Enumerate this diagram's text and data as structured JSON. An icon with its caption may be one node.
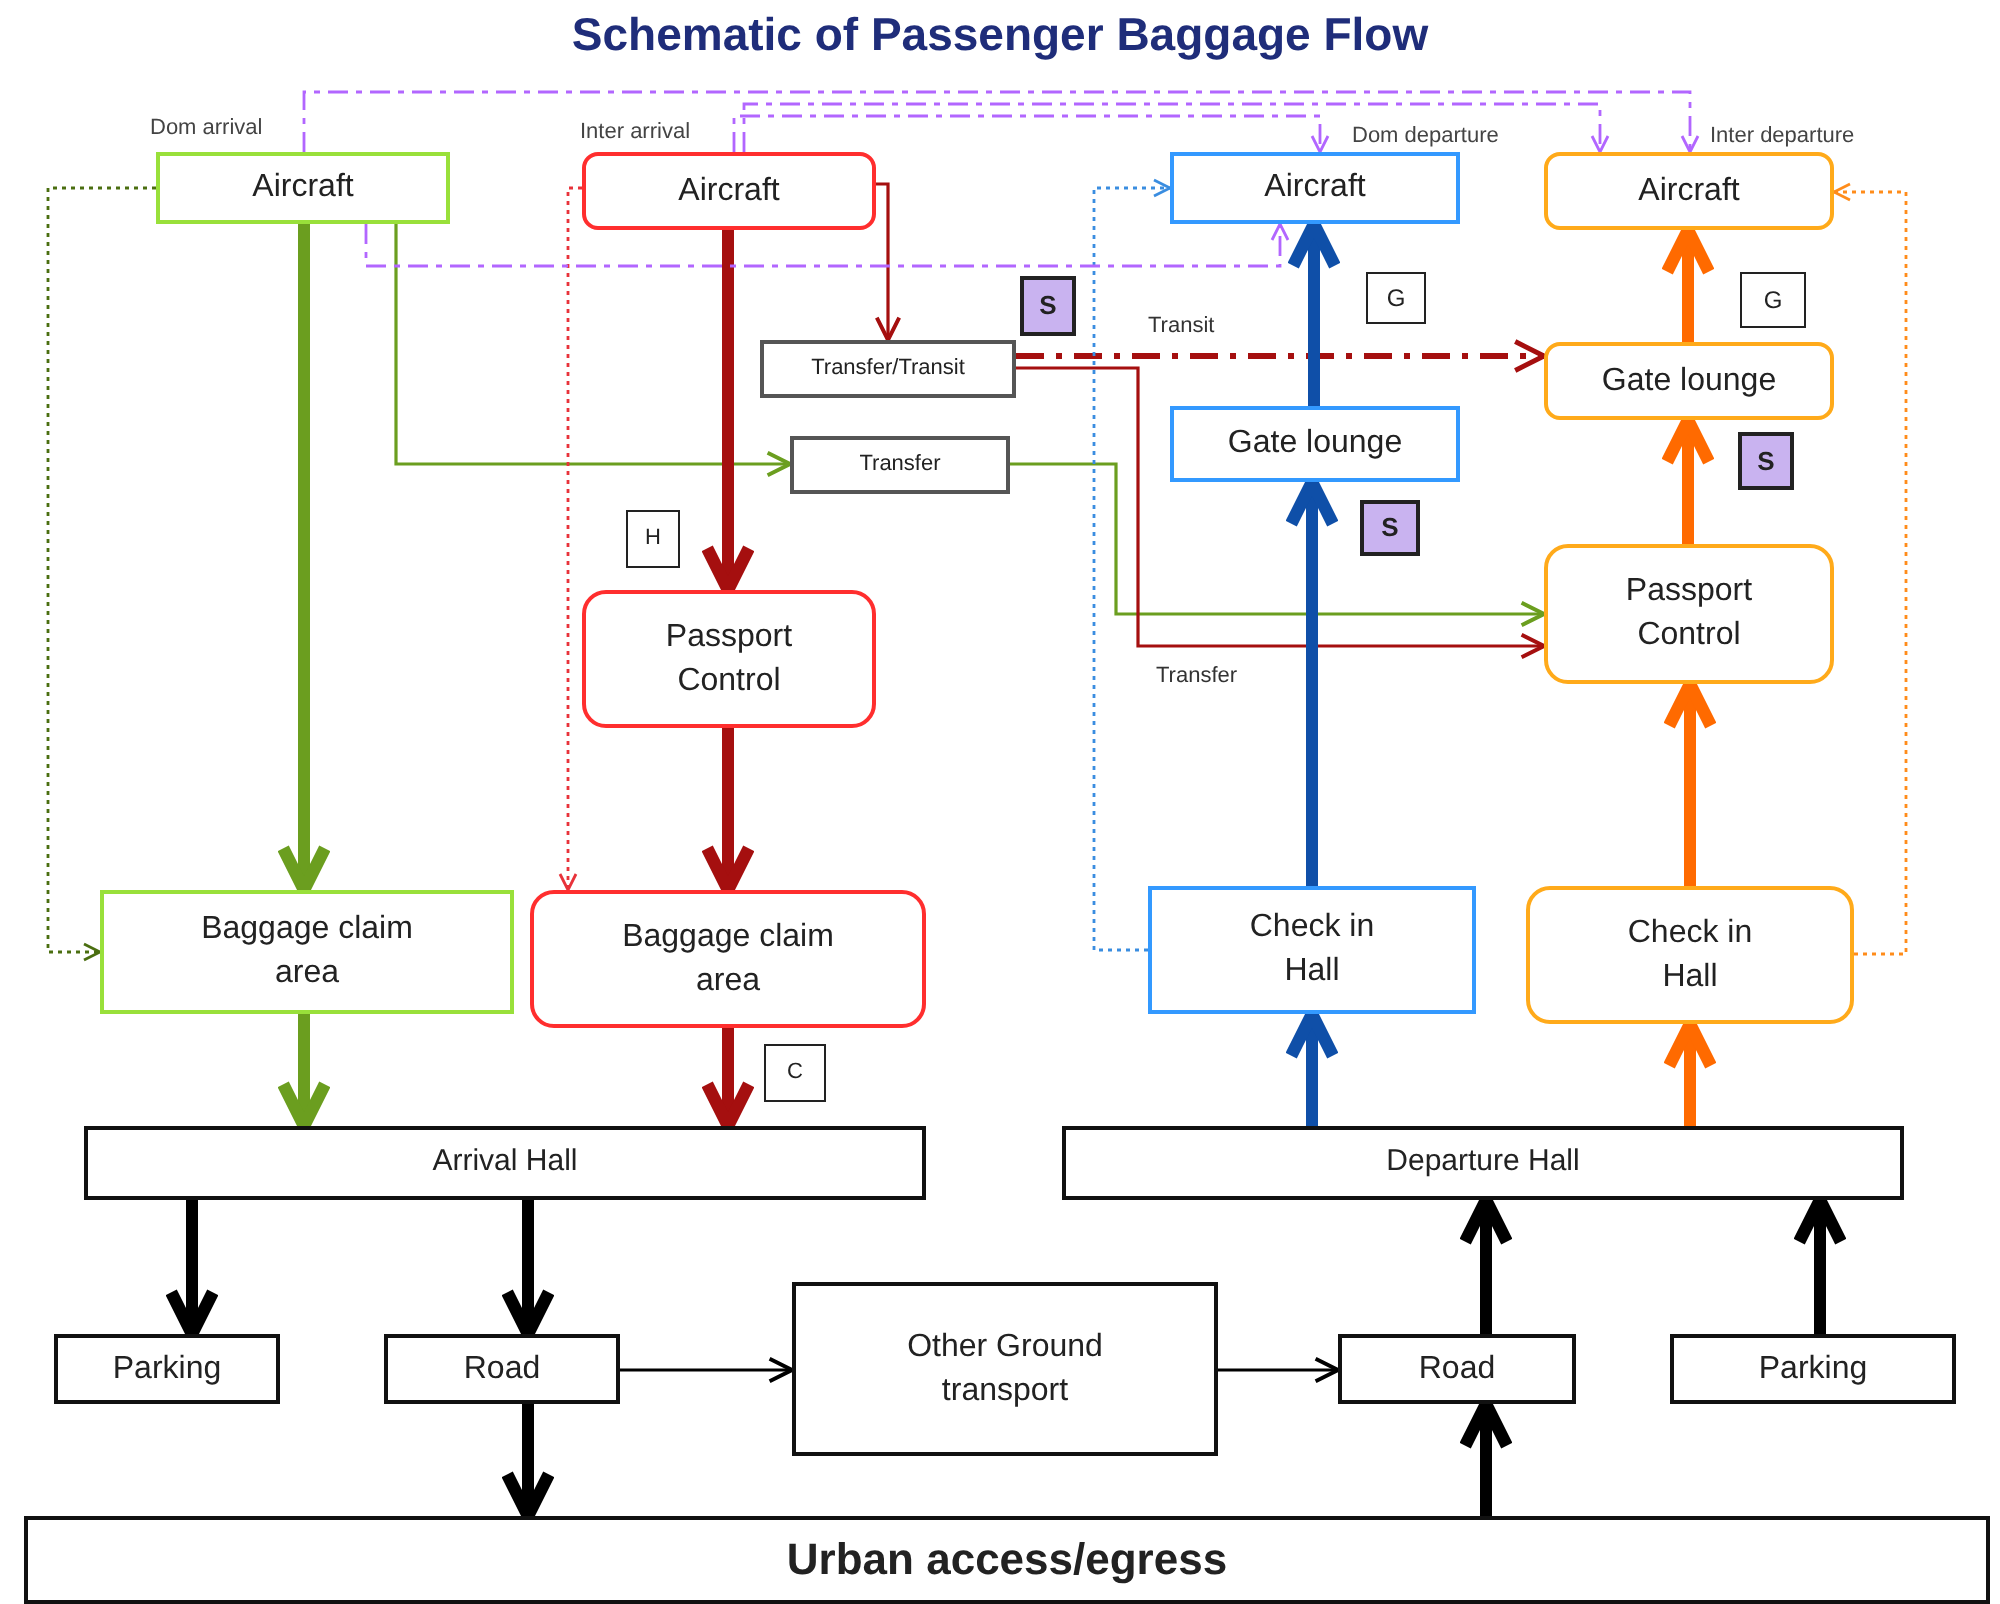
{
  "diagram": {
    "title": "Schematic of Passenger Baggage Flow",
    "nodes": [
      {
        "text": [
          "Aircraft"
        ],
        "beside": [
          "Dom arrival"
        ]
      },
      {
        "text": [
          "Aircraft"
        ],
        "beside": [
          "Inter arrival"
        ]
      },
      {
        "text": [
          "Aircraft"
        ],
        "beside": [
          "Dom departure"
        ]
      },
      {
        "text": [
          "Aircraft"
        ],
        "beside": [
          "Inter departure"
        ]
      },
      {
        "text": [
          "Transfer/Transit"
        ]
      },
      {
        "text": [
          "Gate lounge"
        ]
      },
      {
        "text": [
          "Transfer"
        ]
      },
      {
        "text": [
          "Gate lounge"
        ]
      },
      {
        "text": [
          "Passport Control"
        ]
      },
      {
        "text": [
          "Passport Control"
        ]
      },
      {
        "text": [
          "Baggage claim area"
        ]
      },
      {
        "text": [
          "Baggage claim area"
        ]
      },
      {
        "text": [
          "Check in Hall"
        ]
      },
      {
        "text": [
          "Check in Hall"
        ]
      },
      {
        "text": [
          "Arrival Hall"
        ]
      },
      {
        "text": [
          "Departure Hall"
        ]
      },
      {
        "text": [
          "Parking"
        ]
      },
      {
        "text": [
          "Road"
        ]
      },
      {
        "text": [
          "Other Ground transport"
        ]
      },
      {
        "text": [
          "Road"
        ]
      },
      {
        "text": [
          "Parking"
        ]
      },
      {
        "text": [
          "Urban access/egress"
        ]
      },
      {
        "text": [
          "S"
        ]
      },
      {
        "text": [
          "G"
        ]
      },
      {
        "text": [
          "G"
        ]
      },
      {
        "text": [
          "S"
        ]
      },
      {
        "text": [
          "S"
        ]
      },
      {
        "text": [
          "H"
        ]
      },
      {
        "text": [
          "C"
        ]
      }
    ],
    "edges": [
      {
        "from": 0,
        "to": 10,
        "arrow": "to",
        "color": "#6b9e1f"
      },
      {
        "from": 0,
        "to": 6,
        "arrow": "to",
        "color": "#6b9e1f"
      },
      {
        "from": 6,
        "to": 9,
        "arrow": "to",
        "color": "#6b9e1f"
      },
      {
        "from": 1,
        "to": 4,
        "arrow": "to",
        "color": "#a50f0f"
      },
      {
        "from": 1,
        "to": 8,
        "arrow": "to",
        "color": "#a50f0f"
      },
      {
        "from": 4,
        "to": 5,
        "arrow": "to",
        "label": "Transit",
        "style": "dashed",
        "color": "#a50f0f"
      },
      {
        "from": 4,
        "to": 9,
        "arrow": "to",
        "label": "Transfer",
        "color": "#a50f0f"
      },
      {
        "from": 8,
        "to": 11,
        "arrow": "to",
        "color": "#a50f0f"
      },
      {
        "from": 10,
        "to": 14,
        "arrow": "to",
        "color": "#6b9e1f"
      },
      {
        "from": 11,
        "to": 14,
        "arrow": "to",
        "color": "#a50f0f"
      },
      {
        "from": 7,
        "to": 2,
        "arrow": "to",
        "color": "#0f4fa8"
      },
      {
        "from": 12,
        "to": 7,
        "arrow": "to",
        "color": "#0f4fa8"
      },
      {
        "from": 15,
        "to": 12,
        "arrow": "to",
        "color": "#0f4fa8"
      },
      {
        "from": 5,
        "to": 3,
        "arrow": "to",
        "color": "#ff6a00"
      },
      {
        "from": 9,
        "to": 5,
        "arrow": "to",
        "color": "#ff6a00"
      },
      {
        "from": 13,
        "to": 9,
        "arrow": "to",
        "color": "#ff6a00"
      },
      {
        "from": 15,
        "to": 13,
        "arrow": "to",
        "color": "#ff6a00"
      },
      {
        "from": 14,
        "to": 16,
        "arrow": "to"
      },
      {
        "from": 14,
        "to": 17,
        "arrow": "to"
      },
      {
        "from": 17,
        "to": 21,
        "arrow": "to"
      },
      {
        "from": 17,
        "to": 18,
        "arrow": "to"
      },
      {
        "from": 18,
        "to": 19,
        "arrow": "to"
      },
      {
        "from": 19,
        "to": 15,
        "arrow": "to"
      },
      {
        "from": 21,
        "to": 19,
        "arrow": "to"
      },
      {
        "from": 20,
        "to": 15,
        "arrow": "to"
      },
      {
        "from": 0,
        "to": 10,
        "arrow": "to",
        "style": "dashed",
        "color": "#4a6e10"
      },
      {
        "from": 1,
        "to": 11,
        "arrow": "to",
        "style": "dashed",
        "color": "#e8323a"
      },
      {
        "from": 12,
        "to": 2,
        "arrow": "to",
        "style": "dashed",
        "color": "#3a8de0"
      },
      {
        "from": 13,
        "to": 3,
        "arrow": "to",
        "style": "dashed",
        "color": "#ff8c1a"
      },
      {
        "from": 0,
        "to": 3,
        "arrow": "to",
        "style": "dashed",
        "color": "#b266ff"
      },
      {
        "from": 1,
        "to": 2,
        "arrow": "to",
        "style": "dashed",
        "color": "#b266ff"
      },
      {
        "from": 1,
        "to": 3,
        "arrow": "to",
        "style": "dashed",
        "color": "#b266ff"
      },
      {
        "from": 0,
        "to": 2,
        "arrow": "to",
        "style": "dashed",
        "color": "#b266ff"
      }
    ]
  }
}
